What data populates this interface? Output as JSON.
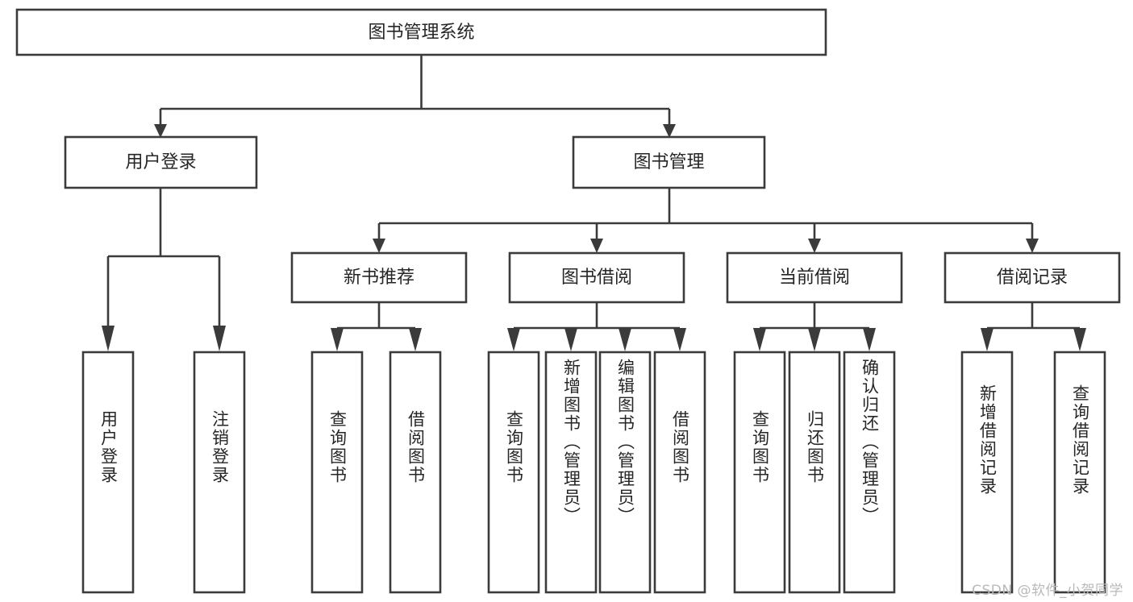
{
  "diagram": {
    "type": "tree-hierarchy",
    "title": "图书管理系统",
    "root": {
      "id": "root",
      "label": "图书管理系统",
      "orientation": "horizontal"
    },
    "level1": [
      {
        "id": "user-login",
        "label": "用户登录",
        "orientation": "horizontal"
      },
      {
        "id": "book-management",
        "label": "图书管理",
        "orientation": "horizontal"
      }
    ],
    "level2": [
      {
        "id": "new-book-recommend",
        "label": "新书推荐",
        "parent": "book-management",
        "orientation": "horizontal"
      },
      {
        "id": "book-borrow",
        "label": "图书借阅",
        "parent": "book-management",
        "orientation": "horizontal"
      },
      {
        "id": "current-borrow",
        "label": "当前借阅",
        "parent": "book-management",
        "orientation": "horizontal"
      },
      {
        "id": "borrow-record",
        "label": "借阅记录",
        "parent": "book-management",
        "orientation": "horizontal"
      }
    ],
    "leaves": [
      {
        "id": "leaf-user-login",
        "label": "用户登录",
        "parent": "user-login",
        "orientation": "vertical"
      },
      {
        "id": "leaf-user-logout",
        "label": "注销登录",
        "parent": "user-login",
        "orientation": "vertical"
      },
      {
        "id": "leaf-query-book-1",
        "label": "查询图书",
        "parent": "new-book-recommend",
        "orientation": "vertical"
      },
      {
        "id": "leaf-borrow-book-1",
        "label": "借阅图书",
        "parent": "new-book-recommend",
        "orientation": "vertical"
      },
      {
        "id": "leaf-query-book-2",
        "label": "查询图书",
        "parent": "book-borrow",
        "orientation": "vertical"
      },
      {
        "id": "leaf-add-book",
        "label": "新增图书（管理员）",
        "parent": "book-borrow",
        "orientation": "vertical"
      },
      {
        "id": "leaf-edit-book",
        "label": "编辑图书（管理员）",
        "parent": "book-borrow",
        "orientation": "vertical"
      },
      {
        "id": "leaf-borrow-book-2",
        "label": "借阅图书",
        "parent": "book-borrow",
        "orientation": "vertical"
      },
      {
        "id": "leaf-query-book-3",
        "label": "查询图书",
        "parent": "current-borrow",
        "orientation": "vertical"
      },
      {
        "id": "leaf-return-book",
        "label": "归还图书",
        "parent": "current-borrow",
        "orientation": "vertical"
      },
      {
        "id": "leaf-confirm-return",
        "label": "确认归还（管理员）",
        "parent": "current-borrow",
        "orientation": "vertical"
      },
      {
        "id": "leaf-add-record",
        "label": "新增借阅记录",
        "parent": "borrow-record",
        "orientation": "vertical"
      },
      {
        "id": "leaf-query-record",
        "label": "查询借阅记录",
        "parent": "borrow-record",
        "orientation": "vertical"
      }
    ],
    "colors": {
      "stroke": "#3b3b3b",
      "fill": "#ffffff",
      "text": "#262626",
      "watermark": "#b9b9b9"
    }
  },
  "watermark": {
    "text": "CSDN @软件_小贺同学"
  }
}
